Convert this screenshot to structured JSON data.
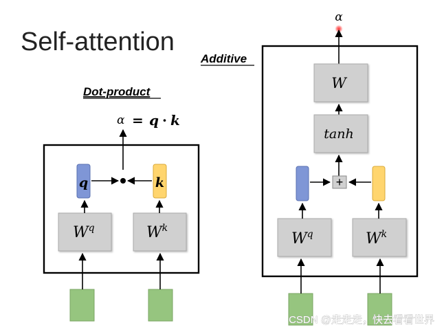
{
  "title": "Self-attention",
  "dot_product": {
    "heading": "Dot-product",
    "output_formula": {
      "alpha": "α",
      "equals": "=",
      "q": "q",
      "dot": "·",
      "k": "k"
    },
    "q_label": "q",
    "k_label": "k",
    "wq": {
      "base": "W",
      "sup": "q"
    },
    "wk": {
      "base": "W",
      "sup": "k"
    },
    "multiply_symbol": "•"
  },
  "additive": {
    "heading": "Additive",
    "output_label": "α",
    "w_label": "W",
    "tanh_label": "tanh",
    "plus_label": "+",
    "wq": {
      "base": "W",
      "sup": "q"
    },
    "wk": {
      "base": "W",
      "sup": "k"
    }
  },
  "watermark": "CSDN @走走走，快去看看世界",
  "colors": {
    "box_gray": "#d0d0d0",
    "query_blue": "#7f96d6",
    "key_yellow": "#ffd56e",
    "input_green": "#96c57f",
    "pointer_red": "#e03030"
  }
}
